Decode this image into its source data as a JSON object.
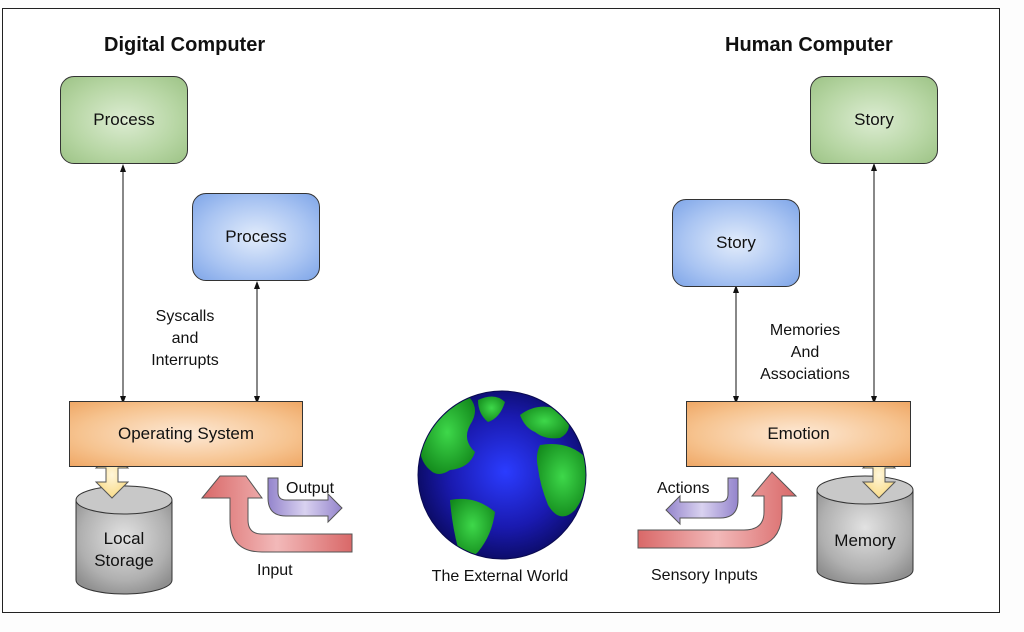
{
  "diagram": {
    "left": {
      "title": "Digital Computer",
      "process_top": "Process",
      "process_mid": "Process",
      "syscalls_label": [
        "Syscalls",
        "and",
        "Interrupts"
      ],
      "os_label": "Operating System",
      "storage_label": [
        "Local",
        "Storage"
      ],
      "output_label": "Output",
      "input_label": "Input"
    },
    "center": {
      "world_label": "The External World"
    },
    "right": {
      "title": "Human Computer",
      "story_top": "Story",
      "story_mid": "Story",
      "memories_label": [
        "Memories",
        "And",
        "Associations"
      ],
      "emotion_label": "Emotion",
      "memory_label": "Memory",
      "actions_label": "Actions",
      "sensory_label": "Sensory Inputs"
    },
    "colors": {
      "green_box": "#b7d6a4",
      "blue_box": "#a9c4f2",
      "orange_box": "#f6c38f",
      "input_arrow": "#e07d7d",
      "output_arrow": "#a89ad6",
      "storage_arrow": "#fce39a",
      "cylinder": "#b5b5b5",
      "ocean": "#1a1ab8",
      "land": "#1fa32a"
    }
  }
}
